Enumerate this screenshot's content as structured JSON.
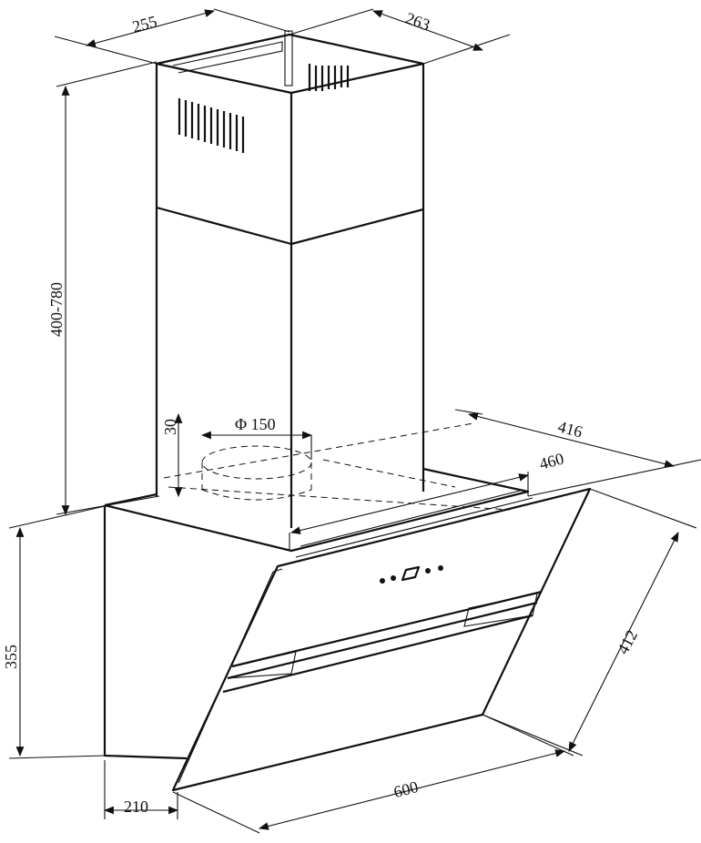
{
  "title": "Cooker hood dimensions",
  "dimensions": {
    "chimney_depth": "255",
    "chimney_width": "263",
    "chimney_height": "400-780",
    "outlet_offset": "30",
    "outlet_diameter": "Φ 150",
    "body_depth": "416",
    "body_width_top": "460",
    "body_height": "355",
    "glass_height": "412",
    "glass_width": "600",
    "base_depth": "210"
  },
  "colors": {
    "line": "#111111",
    "background": "#ffffff"
  }
}
